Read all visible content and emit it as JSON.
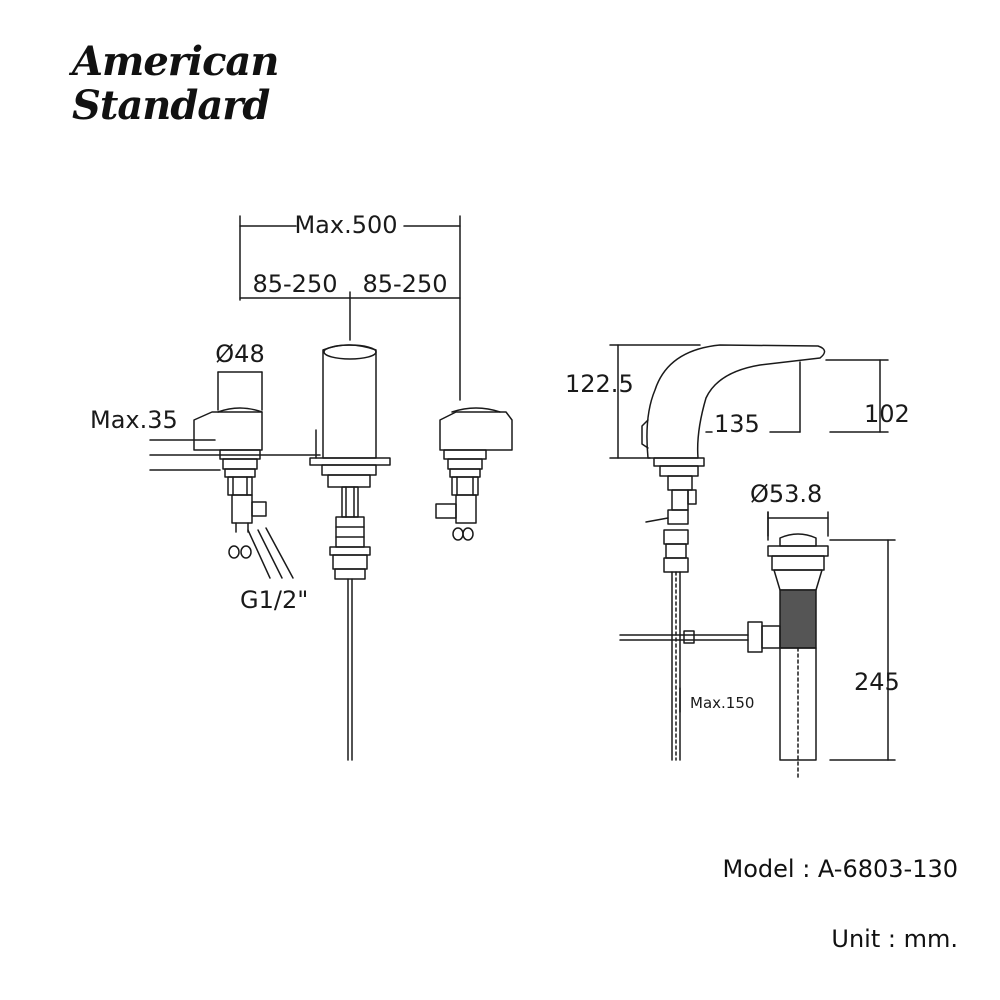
{
  "brand": {
    "line1": "American",
    "line2": "Standard"
  },
  "dimensions": {
    "max_width": "Max.500",
    "spacing_left": "85-250",
    "spacing_right": "85-250",
    "handle_diameter": "Ø48",
    "handle_deck_max": "Max.35",
    "thread": "G1/2\"",
    "spout_height": "122.5",
    "spout_reach": "135",
    "outlet_height": "102",
    "drain_diameter": "Ø53.8",
    "drain_length": "245",
    "rod_max": "Max.150"
  },
  "footer": {
    "model": "Model : A-6803-130",
    "unit": "Unit : mm."
  }
}
